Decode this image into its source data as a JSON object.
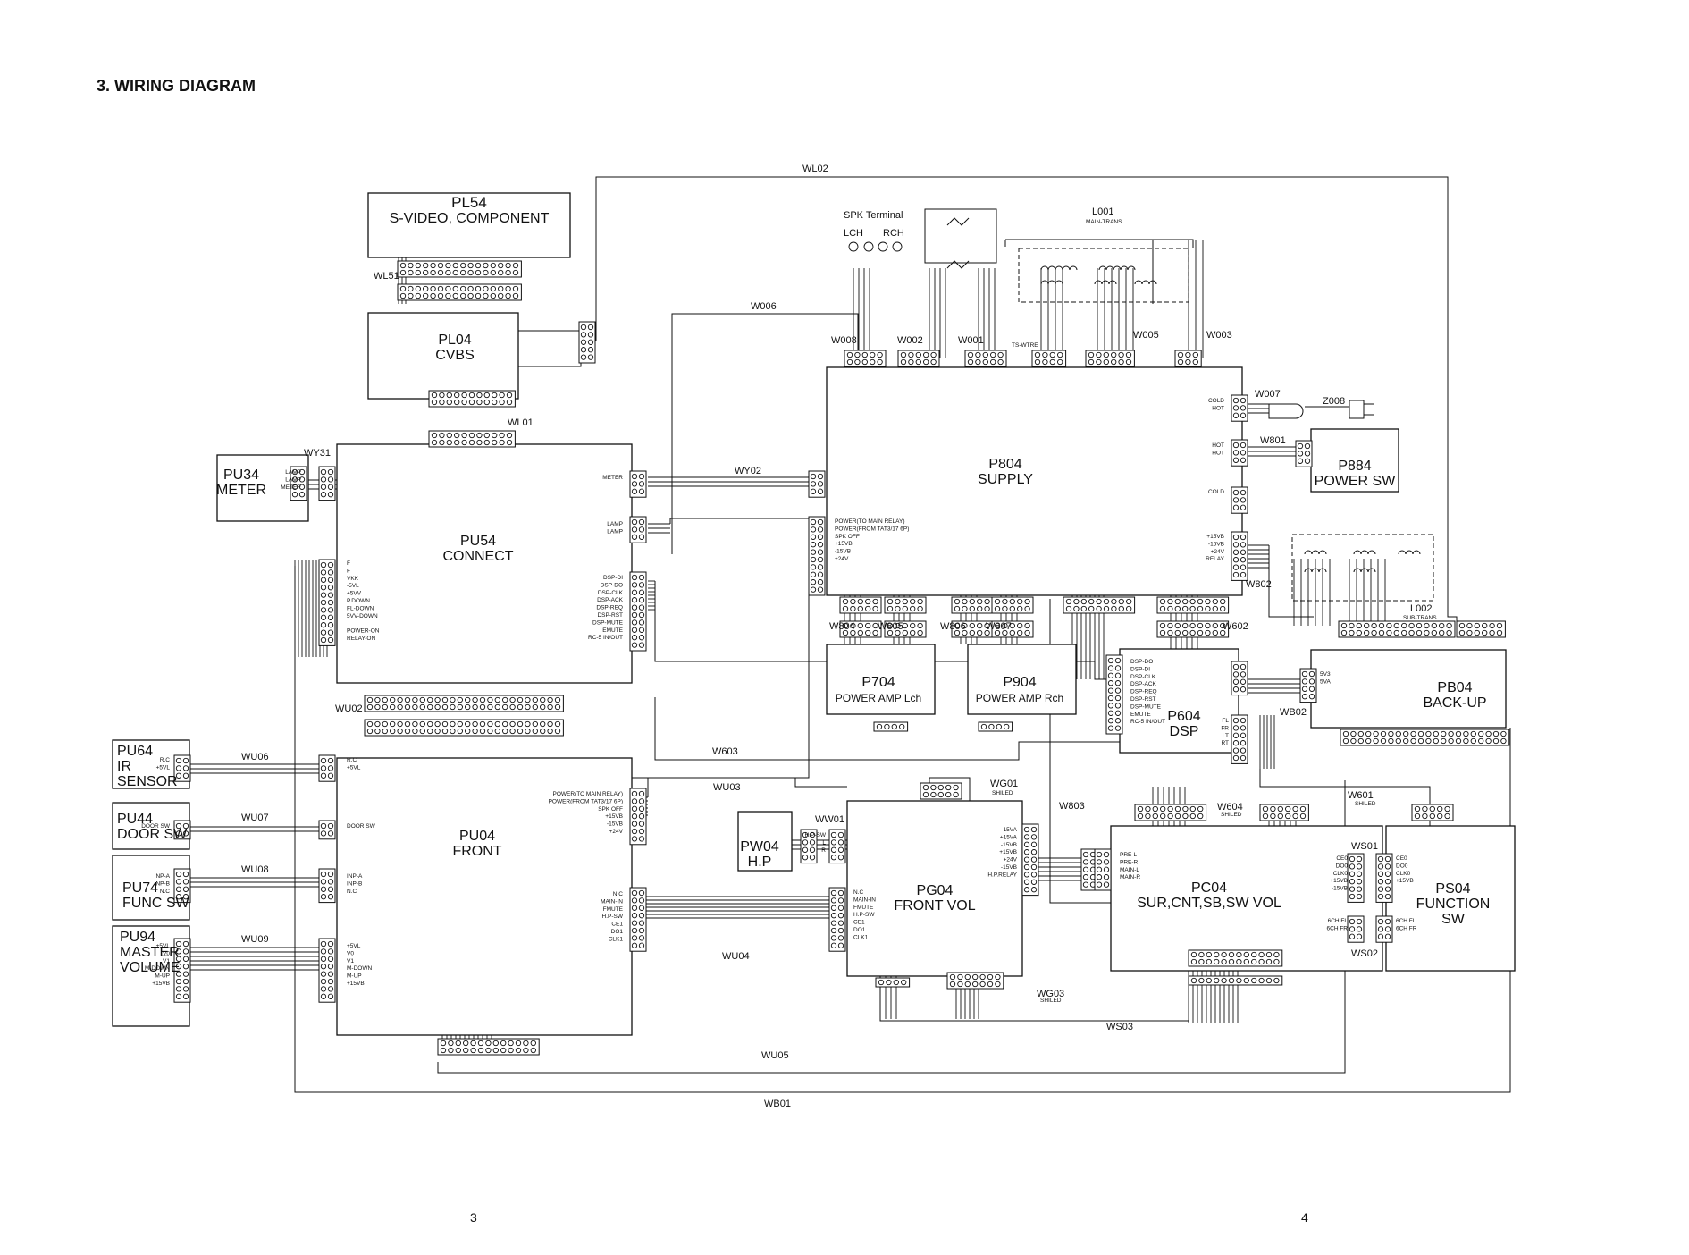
{
  "title": "3. WIRING DIAGRAM",
  "page_left": "3",
  "page_right": "4",
  "blocks": [
    {
      "id": "PL54",
      "lines": [
        "PL54",
        "S-VIDEO, COMPONENT"
      ]
    },
    {
      "id": "PL04",
      "lines": [
        "PL04",
        "CVBS"
      ]
    },
    {
      "id": "PU34",
      "lines": [
        "PU34",
        "METER"
      ]
    },
    {
      "id": "PU54",
      "lines": [
        "PU54",
        "CONNECT"
      ]
    },
    {
      "id": "PU64",
      "lines": [
        "PU64",
        "IR",
        "SENSOR"
      ]
    },
    {
      "id": "PU44",
      "lines": [
        "PU44",
        "DOOR SW"
      ]
    },
    {
      "id": "PU74",
      "lines": [
        "PU74",
        "FUNC SW"
      ]
    },
    {
      "id": "PU94",
      "lines": [
        "PU94",
        "MASTER",
        "VOLUME"
      ]
    },
    {
      "id": "PU04",
      "lines": [
        "PU04",
        "FRONT"
      ]
    },
    {
      "id": "P804",
      "lines": [
        "P804",
        "SUPPLY"
      ]
    },
    {
      "id": "P884",
      "lines": [
        "P884",
        "POWER SW"
      ]
    },
    {
      "id": "P704",
      "lines": [
        "P704",
        "POWER AMP Lch"
      ]
    },
    {
      "id": "P904",
      "lines": [
        "P904",
        "POWER AMP Rch"
      ]
    },
    {
      "id": "P604",
      "lines": [
        "P604",
        "DSP"
      ]
    },
    {
      "id": "PB04",
      "lines": [
        "PB04",
        "BACK-UP"
      ]
    },
    {
      "id": "PW04",
      "lines": [
        "PW04",
        "H.P"
      ]
    },
    {
      "id": "PG04",
      "lines": [
        "PG04",
        "FRONT VOL"
      ]
    },
    {
      "id": "PC04",
      "lines": [
        "PC04",
        "SUR,CNT,SB,SW VOL"
      ]
    },
    {
      "id": "PS04",
      "lines": [
        "PS04",
        "FUNCTION",
        "SW"
      ]
    }
  ],
  "wires": [
    "WL02",
    "WL51",
    "WL01",
    "WY31",
    "WY02",
    "W006",
    "W008",
    "W002",
    "W001",
    "W005",
    "W003",
    "W007",
    "Z008",
    "W801",
    "W802",
    "W804",
    "W805",
    "W806",
    "W807",
    "W602",
    "WB02",
    "W603",
    "WU02",
    "WU03",
    "WU06",
    "WU07",
    "WU08",
    "WU09",
    "WW01",
    "WG01",
    "W803",
    "W604",
    "W601",
    "WS01",
    "WS02",
    "WU04",
    "WG03",
    "WS03",
    "WU05",
    "WB01"
  ],
  "components": {
    "spk_terminal": "SPK Terminal",
    "lch": "LCH",
    "rch": "RCH",
    "l001": "L001",
    "l001_sub": "MAIN-TRANS",
    "l002": "L002",
    "l002_sub": "SUB-TRANS",
    "ts_wtre": "TS-WTRE",
    "shiled": "SHILED"
  },
  "signals": {
    "pu54_right_top": [
      "METER"
    ],
    "pu54_right_lamp": [
      "LAMP",
      "LAMP"
    ],
    "pu54_right_dsp": [
      "DSP-DI",
      "DSP-DO",
      "DSP-CLK",
      "DSP-ACK",
      "DSP-REQ",
      "DSP-RST",
      "DSP-MUTE",
      "EMUTE",
      "RC-5 IN/OUT"
    ],
    "pu54_left": [
      "F",
      "F",
      "VKK",
      "-5VL",
      "+5VV",
      "P.DOWN",
      "FL-DOWN",
      "5VV-DOWN",
      "",
      "POWER-ON",
      "RELAY-ON"
    ],
    "pu34_meter": [
      "LAMP",
      "LAMP",
      "METER"
    ],
    "pu04_left_ir": [
      "R.C",
      "+5VL"
    ],
    "pu04_left_door": [
      "DOOR SW"
    ],
    "pu04_left_func": [
      "INP-A",
      "INP-B",
      "N.C"
    ],
    "pu04_left_vol": [
      "+5VL",
      "V0",
      "V1",
      "M-DOWN",
      "M-UP",
      "+15VB"
    ],
    "pu04_right_pwr": [
      "POWER(TO MAIN RELAY)",
      "POWER(FROM TAT3/17 6P)",
      "SPK OFF",
      "+15VB",
      "-15VB",
      "+24V"
    ],
    "pu04_right_hp": [
      "N.C",
      "MAIN-IN",
      "FMUTE",
      "H.P-SW",
      "CE1",
      "DO1",
      "CLK1"
    ],
    "p804_left": [
      "POWER(TO MAIN RELAY)",
      "POWER(FROM TAT3/17 6P)",
      "SPK OFF",
      "+15VB",
      "-15VB",
      "+24V"
    ],
    "p804_right": [
      "COLD",
      "HOT",
      "HOT",
      "HOT",
      "COLD",
      "+15VB",
      "-15VB",
      "+24V",
      "RELAY"
    ],
    "p604_left": [
      "DSP-DO",
      "DSP-DI",
      "DSP-CLK",
      "DSP-ACK",
      "DSP-REQ",
      "DSP-RST",
      "DSP-MUTE",
      "EMUTE",
      "RC-5 IN/OUT"
    ],
    "p604_right": [
      "FL",
      "FR",
      "LT",
      "RT"
    ],
    "pb04_left": [
      "5V3",
      "5VA"
    ],
    "pg04_left": [
      "H.P-SW",
      "L",
      "R"
    ],
    "pg04_left2": [
      "N.C",
      "MAIN-IN",
      "FMUTE",
      "H.P-SW",
      "CE1",
      "DO1",
      "CLK1"
    ],
    "pg04_right": [
      "-15VA",
      "+15VA",
      "-15VB",
      "+15VB",
      "+24V",
      "-15VB",
      "H.P.RELAY"
    ],
    "pc04_left": [
      "PRE-L",
      "PRE-R",
      "MAIN-L",
      "MAIN-R"
    ],
    "pc04_right": [
      "CE0",
      "DO0",
      "CLK0",
      "+15VB",
      "-15VB"
    ],
    "pc04_6ch": [
      "6CH FL",
      "6CH FR"
    ],
    "ps04_left": [
      "CE0",
      "DO0",
      "CLK0",
      "+15VB"
    ],
    "ps04_6ch": [
      "6CH FL",
      "6CH FR"
    ]
  }
}
